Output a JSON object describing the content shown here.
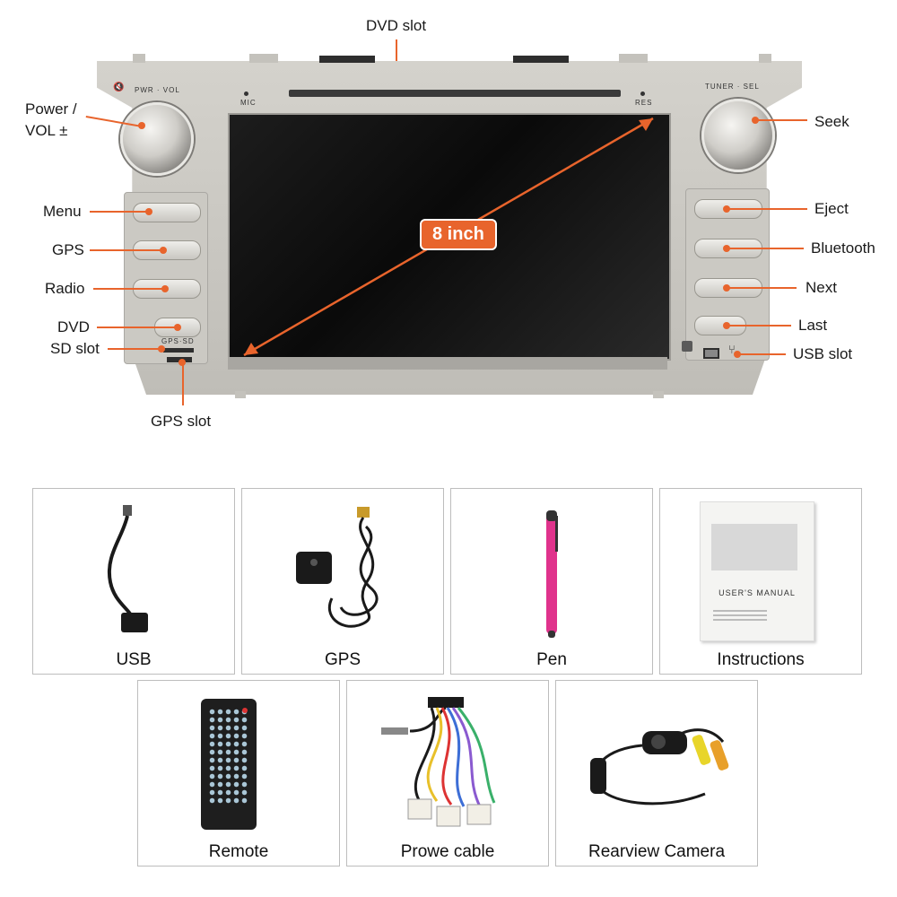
{
  "diagram": {
    "top_label": "DVD slot",
    "size_badge": "8 inch",
    "panel_labels": {
      "mic": "MIC",
      "res": "RES",
      "pwr_vol": "PWR · VOL",
      "tuner_sel": "TUNER · SEL",
      "gps_sd": "GPS·SD"
    },
    "left_callouts": {
      "power_line1": "Power /",
      "power_line2": "VOL ±",
      "menu": "Menu",
      "gps": "GPS",
      "radio": "Radio",
      "dvd": "DVD",
      "sd_slot": "SD slot",
      "gps_slot": "GPS slot"
    },
    "right_callouts": {
      "seek": "Seek",
      "eject": "Eject",
      "bluetooth": "Bluetooth",
      "next": "Next",
      "last": "Last",
      "usb_slot": "USB slot"
    },
    "accent_color": "#e8642c"
  },
  "accessories": {
    "row1": [
      {
        "label": "USB",
        "icon": "usb-cable-icon"
      },
      {
        "label": "GPS",
        "icon": "gps-antenna-icon"
      },
      {
        "label": "Pen",
        "icon": "stylus-pen-icon"
      },
      {
        "label": "Instructions",
        "icon": "manual-icon"
      }
    ],
    "row2": [
      {
        "label": "Remote",
        "icon": "remote-control-icon"
      },
      {
        "label": "Prowe cable",
        "icon": "wiring-harness-icon"
      },
      {
        "label": "Rearview Camera",
        "icon": "rearview-camera-icon"
      }
    ],
    "manual_title": "USER'S MANUAL"
  }
}
